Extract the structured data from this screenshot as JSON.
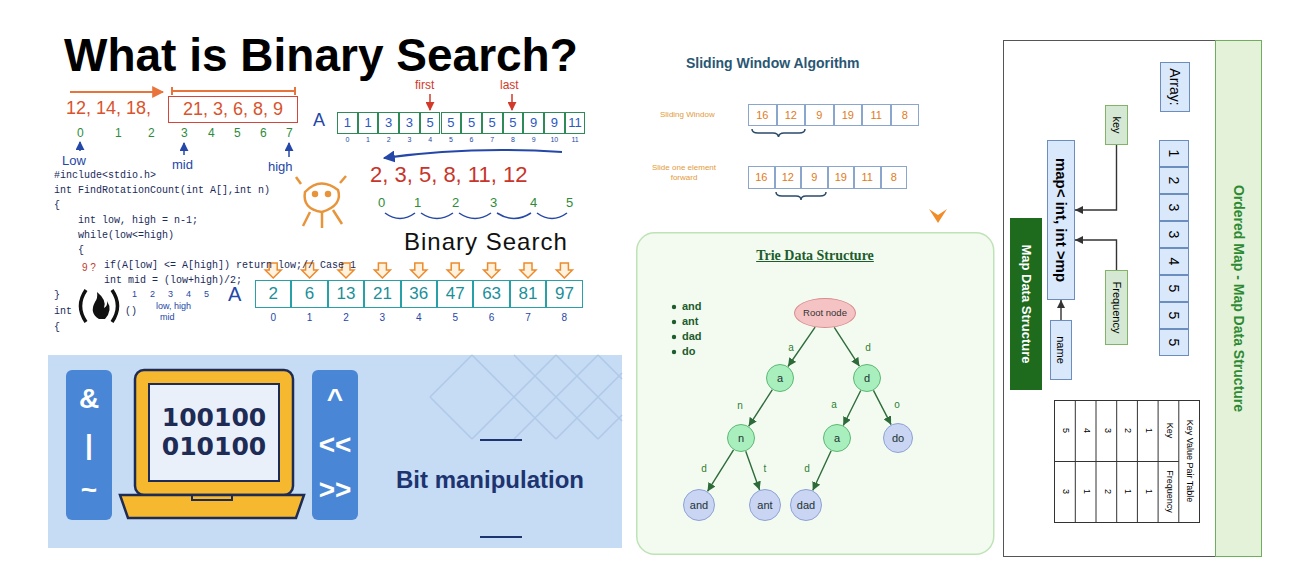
{
  "diagram": {
    "nodes": [
      {
        "text": [
          "21, 3, 6, 8, 9"
        ]
      },
      {
        "text": [
          "1"
        ]
      },
      {
        "text": [
          "1"
        ]
      },
      {
        "text": [
          "3"
        ]
      },
      {
        "text": [
          "3"
        ]
      },
      {
        "text": [
          "5"
        ]
      },
      {
        "text": [
          "5"
        ]
      },
      {
        "text": [
          "5"
        ]
      },
      {
        "text": [
          "5"
        ]
      },
      {
        "text": [
          "5"
        ]
      },
      {
        "text": [
          "9"
        ]
      },
      {
        "text": [
          "9"
        ]
      },
      {
        "text": [
          "11"
        ]
      },
      {
        "text": [
          "2"
        ]
      },
      {
        "text": [
          "6"
        ]
      },
      {
        "text": [
          "13"
        ]
      },
      {
        "text": [
          "21"
        ]
      },
      {
        "text": [
          "36"
        ]
      },
      {
        "text": [
          "47"
        ]
      },
      {
        "text": [
          "63"
        ]
      },
      {
        "text": [
          "81"
        ]
      },
      {
        "text": [
          "97"
        ]
      },
      {
        "text": [
          "16"
        ]
      },
      {
        "text": [
          "12"
        ]
      },
      {
        "text": [
          "9"
        ]
      },
      {
        "text": [
          "19"
        ]
      },
      {
        "text": [
          "11"
        ]
      },
      {
        "text": [
          "8"
        ]
      },
      {
        "text": [
          "16"
        ]
      },
      {
        "text": [
          "12"
        ]
      },
      {
        "text": [
          "9"
        ]
      },
      {
        "text": [
          "19"
        ]
      },
      {
        "text": [
          "11"
        ]
      },
      {
        "text": [
          "8"
        ]
      },
      {
        "text": [
          "Trie Data Structure"
        ]
      },
      {
        "text": [
          "Root node"
        ],
        "in": 34
      },
      {
        "text": [
          "a"
        ],
        "in": 34
      },
      {
        "text": [
          "d"
        ],
        "in": 34
      },
      {
        "text": [
          "n"
        ],
        "in": 34
      },
      {
        "text": [
          "a"
        ],
        "in": 34
      },
      {
        "text": [
          "do"
        ],
        "in": 34
      },
      {
        "text": [
          "and"
        ],
        "in": 34
      },
      {
        "text": [
          "ant"
        ],
        "in": 34
      },
      {
        "text": [
          "dad"
        ],
        "in": 34
      },
      {
        "text": [
          "&",
          "|",
          "~"
        ]
      },
      {
        "text": [
          "100100",
          "010100"
        ]
      },
      {
        "text": [
          "^",
          "<<",
          ">>"
        ]
      },
      {
        "text": [
          "Ordered Map - Map Data Structure"
        ]
      },
      {
        "text": [
          "Array:"
        ]
      },
      {
        "text": [
          "1"
        ]
      },
      {
        "text": [
          "2"
        ]
      },
      {
        "text": [
          "3"
        ]
      },
      {
        "text": [
          "3"
        ]
      },
      {
        "text": [
          "4"
        ]
      },
      {
        "text": [
          "5"
        ]
      },
      {
        "text": [
          "5"
        ]
      },
      {
        "text": [
          "5"
        ]
      },
      {
        "text": [
          "key"
        ]
      },
      {
        "text": [
          "map< int, int >mp"
        ]
      },
      {
        "text": [
          "Frequency"
        ]
      },
      {
        "text": [
          "name"
        ]
      },
      {
        "text": [
          "Map Data Structure"
        ]
      }
    ],
    "edges": [
      {
        "from": 35,
        "to": 36,
        "label": "a",
        "arrow": "to"
      },
      {
        "from": 35,
        "to": 37,
        "label": "d",
        "arrow": "to"
      },
      {
        "from": 36,
        "to": 38,
        "label": "n",
        "arrow": "to"
      },
      {
        "from": 37,
        "to": 39,
        "label": "a",
        "arrow": "to"
      },
      {
        "from": 37,
        "to": 40,
        "label": "o",
        "arrow": "to"
      },
      {
        "from": 38,
        "to": 41,
        "label": "d",
        "arrow": "to"
      },
      {
        "from": 38,
        "to": 42,
        "label": "t",
        "arrow": "to"
      },
      {
        "from": 39,
        "to": 43,
        "label": "d",
        "arrow": "to"
      },
      {
        "from": 57,
        "to": 58,
        "arrow": "to"
      },
      {
        "from": 59,
        "to": 58,
        "arrow": "to"
      },
      {
        "from": 60,
        "to": 58,
        "arrow": "to"
      }
    ],
    "labels": [
      "What is Binary Search?",
      "12, 14, 18,",
      "0",
      "1",
      "2",
      "3",
      "4",
      "5",
      "6",
      "7",
      "Low",
      "mid",
      "high",
      "#include<stdio.h>",
      "int FindRotationCount(int A[],int n)",
      "{",
      "int low, high = n-1;",
      "while(low<=high)",
      "{",
      "if(A[low] <= A[high]) return low;// Case 1",
      "int mid = (low+high)/2;",
      "9 ?",
      "1",
      "2",
      "3",
      "4",
      "5",
      "low, high",
      "mid",
      "}",
      "int",
      "()",
      "{",
      "first",
      "last",
      "A",
      "0",
      "1",
      "2",
      "3",
      "4",
      "5",
      "6",
      "7",
      "8",
      "9",
      "10",
      "11",
      "2, 3, 5, 8, 11, 12",
      "0",
      "1",
      "2",
      "3",
      "4",
      "5",
      "Binary Search",
      "A",
      "0",
      "1",
      "2",
      "3",
      "4",
      "5",
      "6",
      "7",
      "8",
      "Bit manipulation",
      "Sliding Window Algorithm",
      "Sliding Window",
      "Slide one element forward",
      "and",
      "ant",
      "dad",
      "do",
      "Key Value Pair Table",
      "Key",
      "Frequency",
      "1",
      "1",
      "2",
      "1",
      "3",
      "2",
      "4",
      "1",
      "5",
      "3"
    ]
  }
}
